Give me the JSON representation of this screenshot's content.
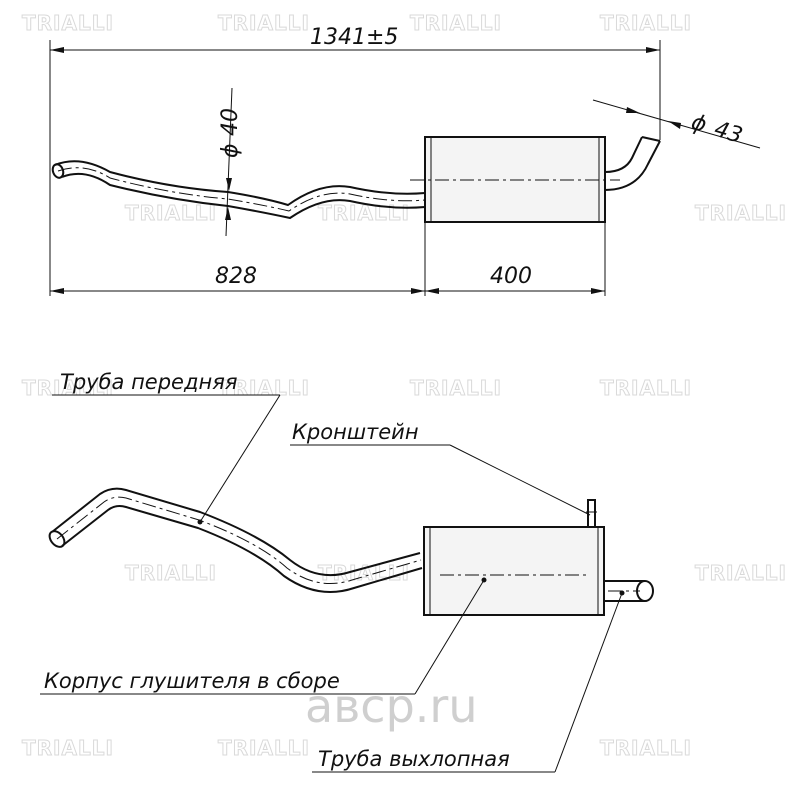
{
  "dimensions": {
    "overall_length": "1341±5",
    "front_pipe_diameter": "40",
    "tail_pipe_diameter": "43",
    "front_section_length": "828",
    "muffler_length": "400",
    "diameter_symbol": "ϕ"
  },
  "labels": {
    "front_pipe": "Труба передняя",
    "bracket": "Кронштейн",
    "muffler_body": "Корпус глушителя в сборе",
    "tail_pipe": "Труба выхлопная"
  },
  "watermark": {
    "brand": "TRIALLI",
    "site_logo": "авср.ru"
  },
  "colors": {
    "line": "#111111",
    "watermark": "#d9d9d9",
    "background": "#ffffff"
  }
}
